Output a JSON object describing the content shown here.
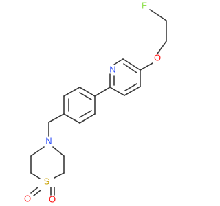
{
  "molecule": {
    "atoms": {
      "pyridine_n": {
        "symbol": "N",
        "color": "#3050F8"
      },
      "ether_o": {
        "symbol": "O",
        "color": "#FF0D0D"
      },
      "fluorine": {
        "symbol": "F",
        "color": "#90E050"
      },
      "amine_n": {
        "symbol": "N",
        "color": "#3050F8"
      },
      "sulfur": {
        "symbol": "S",
        "color": "#C8A000"
      },
      "sulfonyl_o1": {
        "symbol": "O",
        "color": "#FF0D0D"
      },
      "sulfonyl_o2": {
        "symbol": "O",
        "color": "#FF0D0D"
      }
    },
    "bond_color": "#3a3a3a"
  }
}
